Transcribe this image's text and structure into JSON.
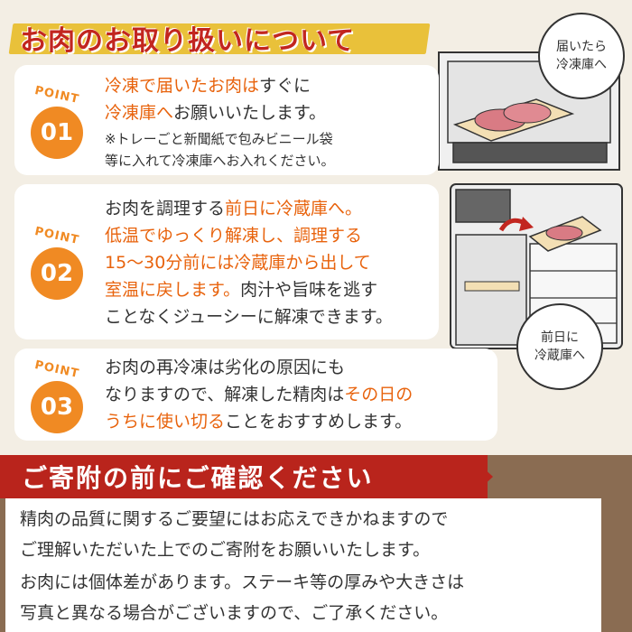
{
  "title": "お肉のお取り扱いについて",
  "point_label": "POINT",
  "points": [
    {
      "number": "01",
      "lines": [
        [
          {
            "t": "冷凍で届いたお肉は",
            "h": true
          },
          {
            "t": "すぐに",
            "h": false
          }
        ],
        [
          {
            "t": "冷凍庫へ",
            "h": true
          },
          {
            "t": "お願いいたします。",
            "h": false
          }
        ]
      ],
      "note_lines": [
        "※トレーごと新聞紙で包みビニール袋",
        "等に入れて冷凍庫へお入れください。"
      ]
    },
    {
      "number": "02",
      "lines": [
        [
          {
            "t": "お肉を調理する",
            "h": false
          },
          {
            "t": "前日に冷蔵庫へ。",
            "h": true
          }
        ],
        [
          {
            "t": "低温でゆっくり解凍し、調理する",
            "h": true
          }
        ],
        [
          {
            "t": "15〜30分前には冷蔵庫から出して",
            "h": true
          }
        ],
        [
          {
            "t": "室温に戻します。",
            "h": true
          },
          {
            "t": "肉汁や旨味を逃す",
            "h": false
          }
        ],
        [
          {
            "t": "ことなくジューシーに解凍できます。",
            "h": false
          }
        ]
      ]
    },
    {
      "number": "03",
      "lines": [
        [
          {
            "t": "お肉の再冷凍は劣化の原因にも",
            "h": false
          }
        ],
        [
          {
            "t": "なりますので、解凍した精肉は",
            "h": false
          },
          {
            "t": "その日の",
            "h": true
          }
        ],
        [
          {
            "t": "うちに使い切る",
            "h": true
          },
          {
            "t": "ことをおすすめします。",
            "h": false
          }
        ]
      ]
    }
  ],
  "bubbles": {
    "freezer": [
      "届いたら",
      "冷凍庫へ"
    ],
    "fridge": [
      "前日に",
      "冷蔵庫へ"
    ]
  },
  "notice": {
    "title": "ご寄附の前にご確認ください",
    "lines": [
      "精肉の品質に関するご要望にはお応えできかねますので",
      "ご理解いただいた上でのご寄附をお願いいたします。",
      "お肉には個体差があります。ステーキ等の厚みや大きさは",
      "写真と異なる場合がございますので、ご了承ください。"
    ]
  },
  "colors": {
    "accent_orange": "#f08a23",
    "highlight_text": "#e8630d",
    "title_red": "#c2261f",
    "title_band_yellow": "#e9c13a",
    "notice_red": "#b9241c",
    "wood_brown": "#8a6c52"
  }
}
